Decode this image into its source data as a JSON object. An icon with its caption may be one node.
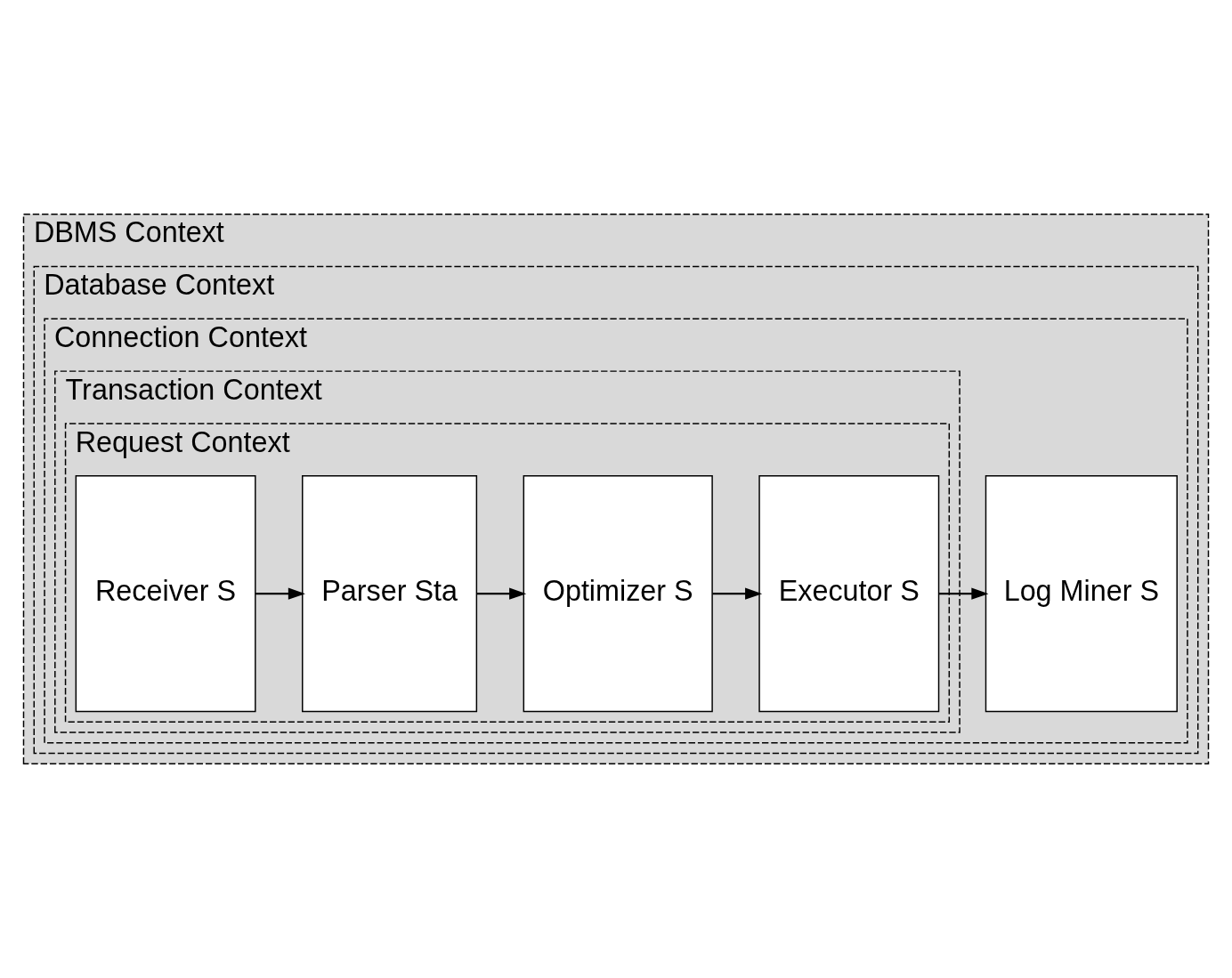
{
  "diagram": {
    "nodes": [
      {
        "text": [
          "DBMS Context"
        ]
      },
      {
        "text": [
          "Database Context"
        ],
        "in": 0
      },
      {
        "text": [
          "Connection Context"
        ],
        "in": 1
      },
      {
        "text": [
          "Transaction Context"
        ],
        "in": 2
      },
      {
        "text": [
          "Request Context"
        ],
        "in": 3
      },
      {
        "text": [
          "Receiver S"
        ],
        "in": 4
      },
      {
        "text": [
          "Parser Sta"
        ],
        "in": 4
      },
      {
        "text": [
          "Optimizer S"
        ],
        "in": 4
      },
      {
        "text": [
          "Executor S"
        ],
        "in": 4
      },
      {
        "text": [
          "Log Miner S"
        ],
        "in": 2
      }
    ],
    "edges": [
      {
        "from": 5,
        "to": 6,
        "arrow": "to"
      },
      {
        "from": 6,
        "to": 7,
        "arrow": "to"
      },
      {
        "from": 7,
        "to": 8,
        "arrow": "to"
      },
      {
        "from": 8,
        "to": 9,
        "arrow": "to"
      }
    ]
  }
}
